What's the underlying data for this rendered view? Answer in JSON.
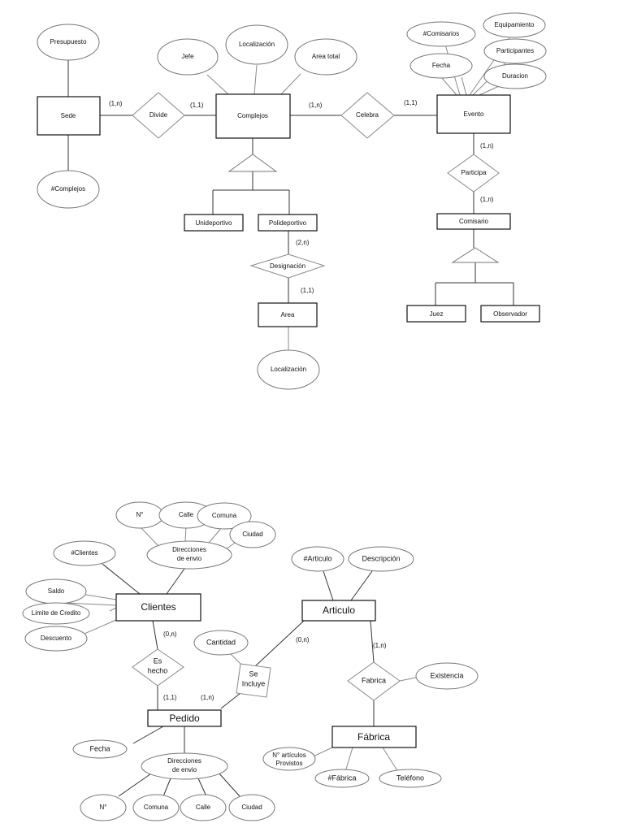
{
  "diagram1": {
    "entities": {
      "sede": "Sede",
      "complejos": "Complejos",
      "evento": "Evento",
      "unideportivo": "Unideportivo",
      "polideportivo": "Polideportivo",
      "area": "Area",
      "comisario": "Comisario",
      "juez": "Juez",
      "observador": "Observador"
    },
    "relations": {
      "divide": "Divide",
      "celebra": "Celebra",
      "participa": "Participa",
      "designacion": "Designación"
    },
    "attributes": {
      "presupuesto": "Presupuesto",
      "num_complejos": "#Complejos",
      "jefe": "Jefe",
      "localizacion": "Localización",
      "area_total": "Area total",
      "num_comisarios": "#Comisarios",
      "equipamiento": "Equipamiento",
      "fecha": "Fecha",
      "participantes": "Participantes",
      "duracion": "Duracion",
      "area_localizacion": "Localización"
    },
    "cardinalities": {
      "sede_divide": "(1,n)",
      "divide_complejos": "(1,1)",
      "complejos_celebra": "(1,n)",
      "celebra_evento": "(1,1)",
      "evento_participa": "(1,n)",
      "participa_comisario": "(1,n)",
      "poli_designacion": "(2,n)",
      "designacion_area": "(1,1)"
    }
  },
  "diagram2": {
    "entities": {
      "clientes": "Clientes",
      "articulo": "Articulo",
      "pedido": "Pedido",
      "fabrica": "Fábrica"
    },
    "relations": {
      "es_hecho": [
        "Es",
        "hecho"
      ],
      "se_incluye": [
        "Se",
        "Incluye"
      ],
      "fabrica_rel": "Fabrica"
    },
    "attributes": {
      "n": "N°",
      "calle": "Calle",
      "comuna": "Comuna",
      "ciudad": "Ciudad",
      "direcciones_envio": [
        "Direcciones",
        "de envio"
      ],
      "num_clientes": "#Clientes",
      "saldo": "Saldo",
      "limite_credito": "Limite de Credito",
      "descuento": "Descuento",
      "cantidad": "Cantidad",
      "num_articulo": "#Articulo",
      "descripcion": "Descripción",
      "existencia": "Existencia",
      "fecha": "Fecha",
      "n_articulos_provistos": [
        "N° artículos",
        "Provistos"
      ],
      "num_fabrica": "#Fábrica",
      "telefono": "Teléfono",
      "pedido_direcciones_envio": [
        "Direcciones",
        "de envio"
      ],
      "pedido_n": "N°",
      "pedido_comuna": "Comuna",
      "pedido_calle": "Calle",
      "pedido_ciudad": "Ciudad"
    },
    "cardinalities": {
      "clientes_eshecho": "(0,n)",
      "eshecho_pedido": "(1,1)",
      "pedido_seincluye": "(1,n)",
      "seincluye_articulo": "(0,n)",
      "articulo_fabrica": "(1,n)"
    }
  }
}
